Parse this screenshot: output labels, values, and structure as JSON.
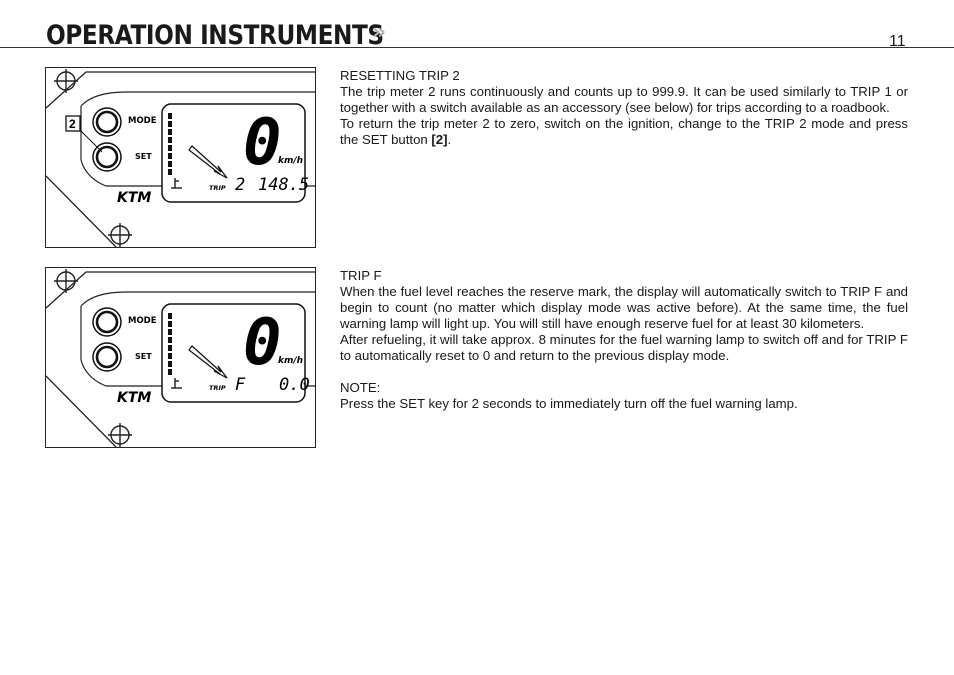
{
  "header": {
    "title": "OPERATION INSTRUMENTS",
    "arrows": "»",
    "page_number": "11"
  },
  "figure1": {
    "callout": "2",
    "mode_label": "MODE",
    "set_label": "SET",
    "brand": "KTM",
    "speed": "0",
    "speed_unit": "km/h",
    "trip_label": "TRIP",
    "trip_mode": "2",
    "trip_value": "148.5"
  },
  "figure2": {
    "mode_label": "MODE",
    "set_label": "SET",
    "brand": "KTM",
    "speed": "0",
    "speed_unit": "km/h",
    "trip_label": "TRIP",
    "trip_mode": "F",
    "trip_value": "0.0"
  },
  "section1": {
    "heading": "RESETTING TRIP 2",
    "para1": "The trip meter 2 runs continuously and counts up to 999.9. It can be used similarly to TRIP 1 or together with a switch available as an accessory (see below) for trips according to a roadbook.",
    "para2_pre": "To return the trip meter 2 to zero, switch on the ignition, change to the TRIP 2 mode and press the SET button ",
    "para2_ref": "[2]",
    "para2_post": "."
  },
  "section2": {
    "heading": "TRIP F",
    "para1": "When the fuel level reaches the reserve mark, the display will automatically switch to TRIP F and begin to count (no matter which display mode was active before). At the same time, the fuel warning lamp will light up. You will still have enough reserve fuel for at least 30 kilometers.",
    "para2": "After refueling, it will take approx. 8 minutes for the fuel warning lamp to switch off and for TRIP F to automatically reset to 0 and return to the previous display mode.",
    "note_label": "NOTE:",
    "note_text": "Press the SET key for 2 seconds to immediately turn off the fuel warning lamp."
  }
}
